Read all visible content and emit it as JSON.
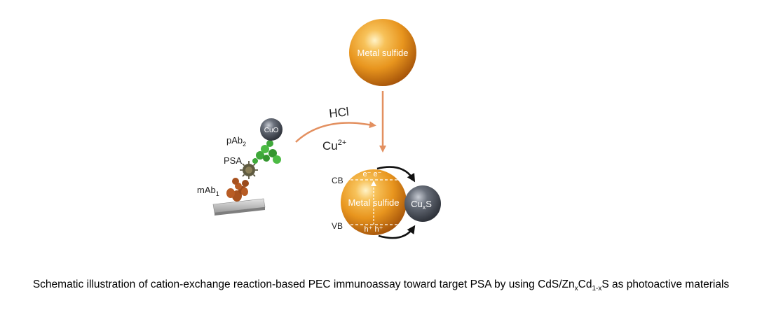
{
  "diagram": {
    "top_sphere_label": "Metal sulfide",
    "reagent_1": "HCl",
    "reagent_2_base": "Cu",
    "reagent_2_sup": "2+",
    "cuo_label": "CuO",
    "pab2_base": "pAb",
    "pab2_sub": "2",
    "psa_label": "PSA",
    "mab1_base": "mAb",
    "mab1_sub": "1",
    "cb_label": "CB",
    "vb_label": "VB",
    "electrons": "e⁻ e⁻",
    "holes": "h⁺ h⁺",
    "bottom_sphere_label": "Metal sulfide",
    "cuxs_base": "Cu",
    "cuxs_sub": "x",
    "cuxs_tail": "S"
  },
  "caption": {
    "part1": "Schematic illustration of cation-exchange reaction-based PEC immunoassay toward target PSA by using CdS/Zn",
    "sub1": "x",
    "part2": "Cd",
    "sub2": "1-x",
    "part3": "S as photoactive materials"
  },
  "colors": {
    "sphere_orange": "#e8951e",
    "arrow_orange": "#e39060",
    "cuo_gray": "#4a4f5a",
    "antibody_green": "#3fa83a",
    "antibody_brown": "#a8521f"
  }
}
